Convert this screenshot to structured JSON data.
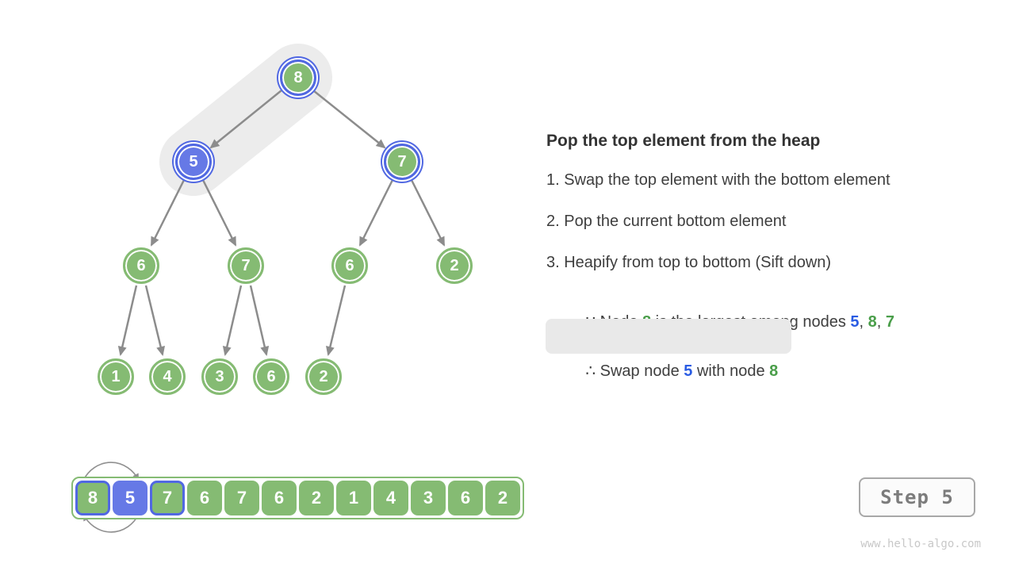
{
  "panel": {
    "title": "Pop the top element from the heap",
    "steps": [
      "1. Swap the top element with the bottom element",
      "2. Pop the current bottom element",
      "3. Heapify from top to bottom (Sift down)"
    ],
    "because": {
      "symbol": "∵ ",
      "t1": "Node ",
      "g1": "8",
      "t2": " is the largest among nodes ",
      "b1": "5",
      "c1": ", ",
      "g2": "8",
      "c2": ", ",
      "g3": "7"
    },
    "therefore": {
      "symbol": "∴ ",
      "t1": "Swap node ",
      "b1": "5",
      "t2": " with node ",
      "g1": "8"
    }
  },
  "tree": {
    "nodes": [
      {
        "value": "8",
        "state": "ring-blue"
      },
      {
        "value": "5",
        "state": "ring-blue fill-blue"
      },
      {
        "value": "7",
        "state": "ring-blue"
      },
      {
        "value": "6",
        "state": ""
      },
      {
        "value": "7",
        "state": ""
      },
      {
        "value": "6",
        "state": ""
      },
      {
        "value": "2",
        "state": ""
      },
      {
        "value": "1",
        "state": ""
      },
      {
        "value": "4",
        "state": ""
      },
      {
        "value": "3",
        "state": ""
      },
      {
        "value": "6",
        "state": ""
      },
      {
        "value": "2",
        "state": ""
      }
    ]
  },
  "array": {
    "cells": [
      {
        "value": "8",
        "state": "border-blue"
      },
      {
        "value": "5",
        "state": "fill-blue"
      },
      {
        "value": "7",
        "state": "border-blue"
      },
      {
        "value": "6",
        "state": ""
      },
      {
        "value": "7",
        "state": ""
      },
      {
        "value": "6",
        "state": ""
      },
      {
        "value": "2",
        "state": ""
      },
      {
        "value": "1",
        "state": ""
      },
      {
        "value": "4",
        "state": ""
      },
      {
        "value": "3",
        "state": ""
      },
      {
        "value": "6",
        "state": ""
      },
      {
        "value": "2",
        "state": ""
      }
    ]
  },
  "step_indicator": {
    "label": "Step 5"
  },
  "watermark": "www.hello-algo.com",
  "colors": {
    "node_green": "#85BB73",
    "node_blue_fill": "#6679E6",
    "node_blue_ring": "#5168E2",
    "text_green": "#4A9E4A",
    "text_blue": "#2A5CE3",
    "edge_gray": "#8C8C8C",
    "band_gray": "#ECECEC"
  }
}
